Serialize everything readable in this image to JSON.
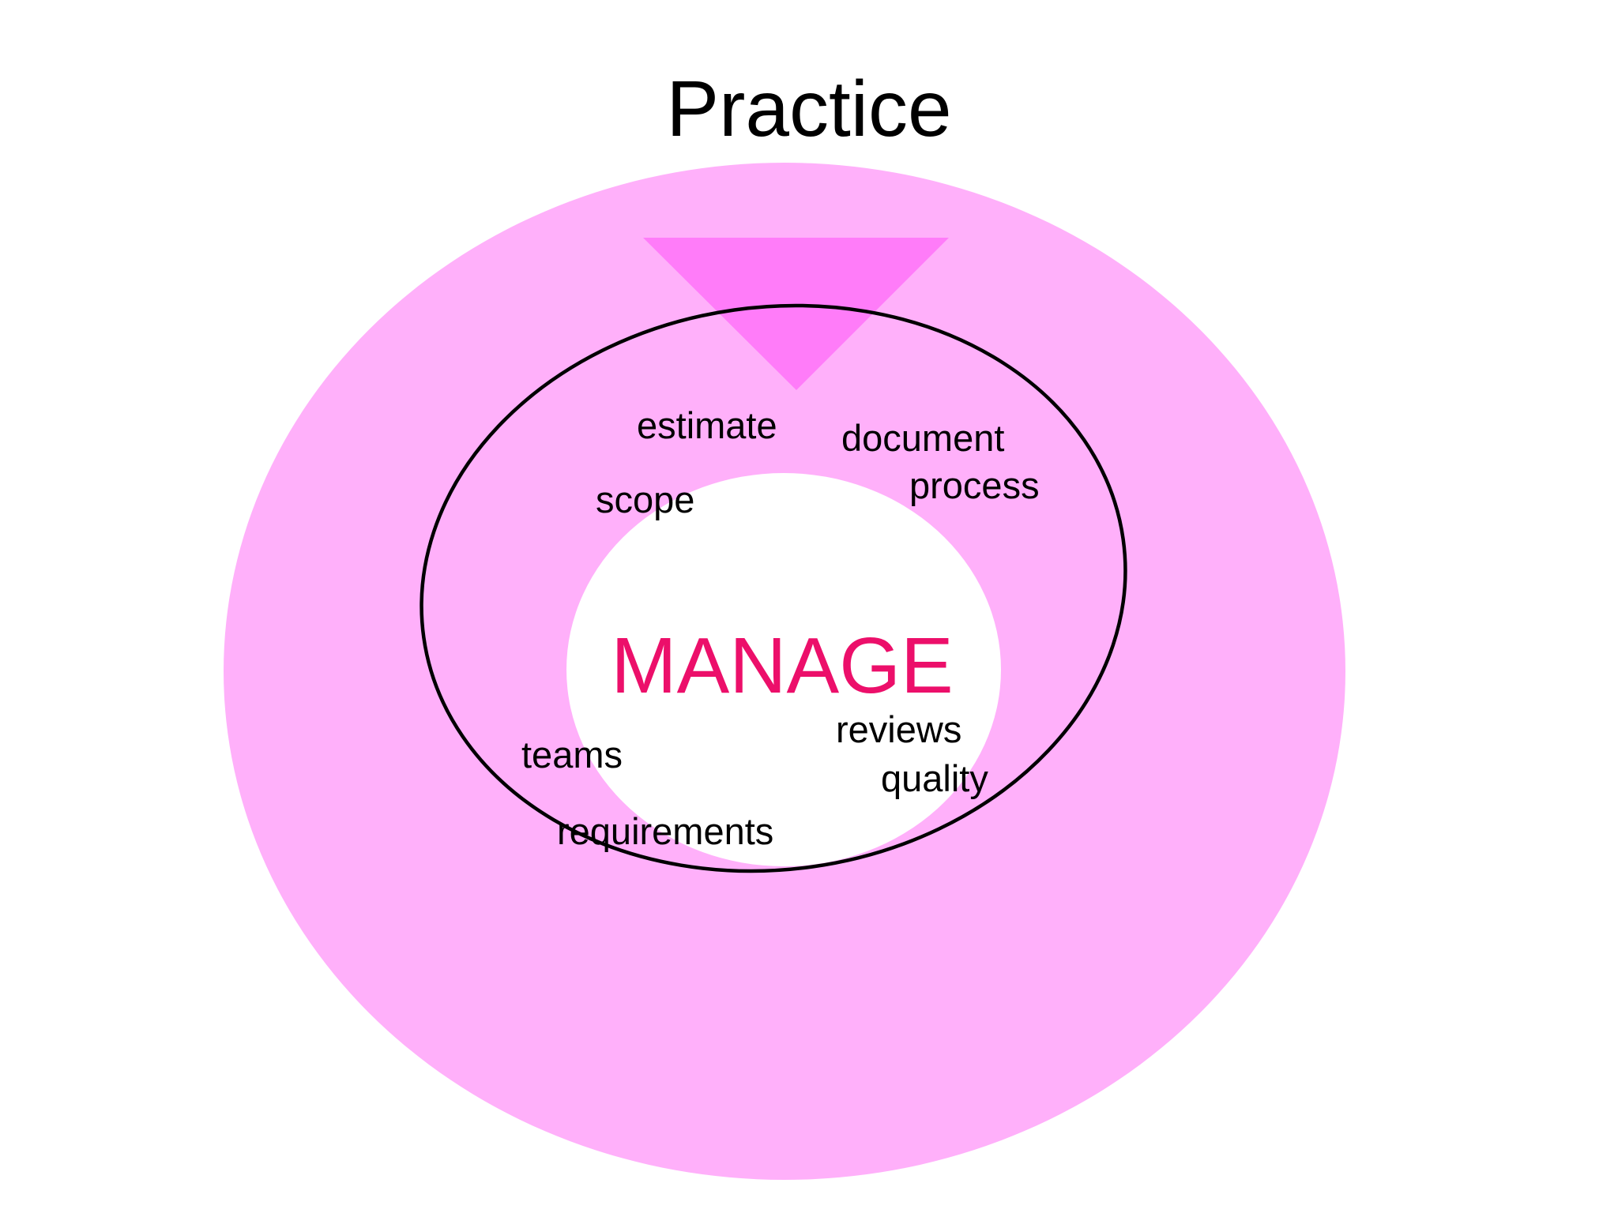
{
  "title": "Practice",
  "center_label": "MANAGE",
  "colors": {
    "outer_disc": "#ffb0fa",
    "inner_disc": "#ffffff",
    "triangle": "#ff7cf9",
    "ellipse_stroke": "#000000",
    "center_label": "#ec0f6a",
    "title": "#000000",
    "words": "#000000"
  },
  "words": {
    "estimate": "estimate",
    "document": "document",
    "process": "process",
    "scope": "scope",
    "teams": "teams",
    "reviews": "reviews",
    "quality": "quality",
    "requirements": "requirements"
  }
}
